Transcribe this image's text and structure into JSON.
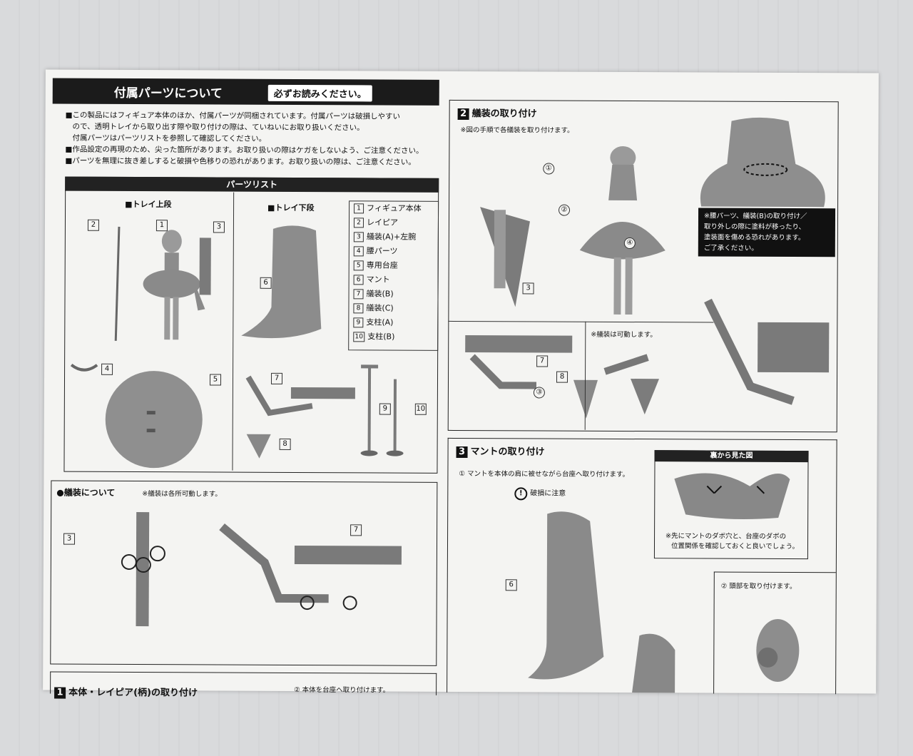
{
  "header": {
    "title": "付属パーツについて",
    "must_read": "必ずお読みください。"
  },
  "notes": [
    "■この製品にはフィギュア本体のほか、付属パーツが同梱されています。付属パーツは破損しやすい",
    "ので、透明トレイから取り出す際や取り付けの際は、ていねいにお取り扱いください。",
    "付属パーツはパーツリストを参照して確認してください。",
    "■作品設定の再現のため、尖った箇所があります。お取り扱いの際はケガをしないよう、ご注意ください。",
    "■パーツを無理に抜き差しすると破損や色移りの恐れがあります。お取り扱いの際は、ご注意ください。"
  ],
  "parts_list": {
    "title": "パーツリスト",
    "tray_upper": "■トレイ上段",
    "tray_lower": "■トレイ下段",
    "items": [
      {
        "no": "1",
        "name": "フィギュア本体"
      },
      {
        "no": "2",
        "name": "レイピア"
      },
      {
        "no": "3",
        "name": "艤装(A)+左腕"
      },
      {
        "no": "4",
        "name": "腰パーツ"
      },
      {
        "no": "5",
        "name": "専用台座"
      },
      {
        "no": "6",
        "name": "マント"
      },
      {
        "no": "7",
        "name": "艤装(B)"
      },
      {
        "no": "8",
        "name": "艤装(C)"
      },
      {
        "no": "9",
        "name": "支柱(A)"
      },
      {
        "no": "10",
        "name": "支柱(B)"
      }
    ]
  },
  "rigging_about": {
    "title": "●艤装について",
    "note": "※艤装は各所可動します。"
  },
  "section1": {
    "num": "1",
    "title": "本体・レイピア(柄)の取り付け",
    "step2": "② 本体を台座へ取り付けます。"
  },
  "section2": {
    "num": "2",
    "title": "艤装の取り付け",
    "note": "※図の手順で各艤装を取り付けます。",
    "callout": [
      "※腰パーツ、艤装(B)の取り付け／",
      "取り外しの際に塗料が移ったり、",
      "塗装面を傷める恐れがあります。",
      "ご了承ください。"
    ],
    "movable": "※艤装は可動します。"
  },
  "section3": {
    "num": "3",
    "title": "マントの取り付け",
    "step1": "① マントを本体の肩に被せながら台座へ取り付けます。",
    "caution": "破損に注意",
    "back_view": "裏から見た図",
    "tip": [
      "※先にマントのダボ穴と、台座のダボの",
      "位置関係を確認しておくと良いでしょう。"
    ],
    "step2": "② 頭部を取り付けます。"
  },
  "labels": {
    "n1": "1",
    "n2": "2",
    "n3": "3",
    "n4": "4",
    "n5": "5",
    "n6": "6",
    "n7": "7",
    "n8": "8",
    "n9": "9",
    "n10": "10",
    "c1": "①",
    "c2": "②",
    "c3": "③",
    "c4": "④"
  }
}
